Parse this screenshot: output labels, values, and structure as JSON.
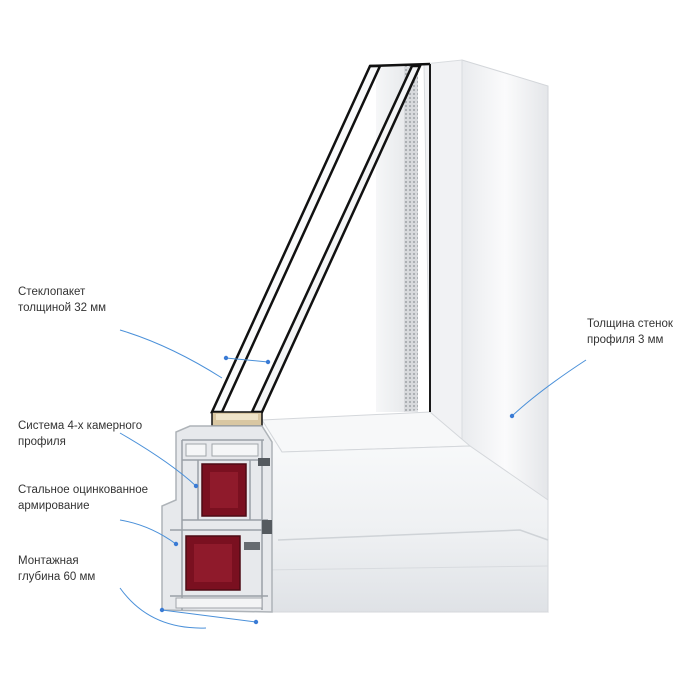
{
  "colors": {
    "accent_line": "#4a90d9",
    "reinforcement": "#7a1020",
    "frame_white": "#f4f5f6",
    "glass_edge": "#111111"
  },
  "labels": {
    "glass_unit": {
      "line1": "Стеклопакет",
      "line2": "толщиной 32 мм"
    },
    "wall_thickness": {
      "line1": "Толщина стенок",
      "line2": "профиля 3 мм"
    },
    "chamber_system": {
      "line1": "Система 4-х камерного",
      "line2": "профиля"
    },
    "steel_reinforcement": {
      "line1": "Стальное оцинкованное",
      "line2": "армирование"
    },
    "mounting_depth": {
      "line1": "Монтажная",
      "line2": "глубина 60 мм"
    }
  }
}
